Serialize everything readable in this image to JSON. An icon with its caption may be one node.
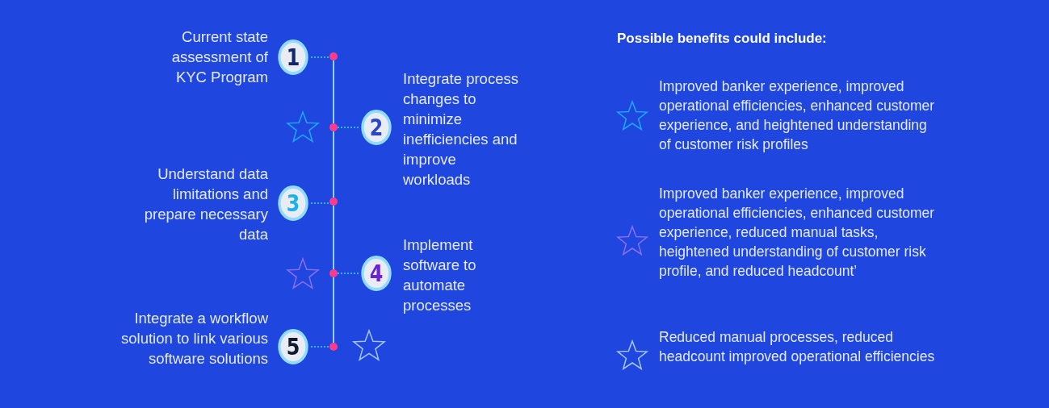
{
  "diagram": {
    "nodes": [
      {
        "text": [
          "1"
        ],
        "beside": [
          "Current state assessment of KYC Program"
        ]
      },
      {
        "text": [
          "2"
        ],
        "beside": [
          "Integrate process changes to minimize inefficiencies and improve workloads"
        ]
      },
      {
        "text": [
          "3"
        ],
        "beside": [
          "Understand data limitations and prepare necessary data"
        ]
      },
      {
        "text": [
          "4"
        ],
        "beside": [
          "Implement software to automate processes"
        ]
      },
      {
        "text": [
          "5"
        ],
        "beside": [
          "Integrate a workflow solution to link various software solutions"
        ]
      },
      {
        "text": [],
        "shape": "circle"
      },
      {
        "text": [],
        "shape": "circle"
      },
      {
        "text": [],
        "shape": "circle"
      },
      {
        "text": [],
        "shape": "circle"
      },
      {
        "text": [],
        "shape": "circle"
      }
    ],
    "edges": [
      {
        "from": 0,
        "to": 5,
        "arrow": "none",
        "style": "dashed",
        "color": "#29b8f0"
      },
      {
        "from": 1,
        "to": 6,
        "arrow": "none",
        "style": "dashed",
        "color": "#29b8f0"
      },
      {
        "from": 2,
        "to": 7,
        "arrow": "none",
        "style": "dashed",
        "color": "#29b8f0"
      },
      {
        "from": 3,
        "to": 8,
        "arrow": "none",
        "style": "dashed",
        "color": "#29b8f0"
      },
      {
        "from": 4,
        "to": 9,
        "arrow": "none",
        "style": "dashed",
        "color": "#29b8f0"
      },
      {
        "from": 5,
        "to": 6,
        "arrow": "none",
        "color": "#8fd0ff"
      },
      {
        "from": 6,
        "to": 7,
        "arrow": "none",
        "color": "#8fd0ff"
      },
      {
        "from": 7,
        "to": 8,
        "arrow": "none",
        "color": "#8fd0ff"
      },
      {
        "from": 8,
        "to": 9,
        "arrow": "none",
        "color": "#8fd0ff"
      }
    ],
    "labels": [
      "Possible benefits could include:"
    ],
    "legend": [
      {
        "text": "Improved banker experience, improved operational efficiencies, enhanced customer experience, and heightened understanding of customer risk profiles"
      },
      {
        "text": "Improved banker experience, improved operational efficiencies, enhanced customer experience, reduced manual tasks, heightened understanding of customer risk profile, and reduced headcount’"
      },
      {
        "text": "Reduced manual processes, reduced headcount improved operational efficiencies"
      }
    ]
  }
}
